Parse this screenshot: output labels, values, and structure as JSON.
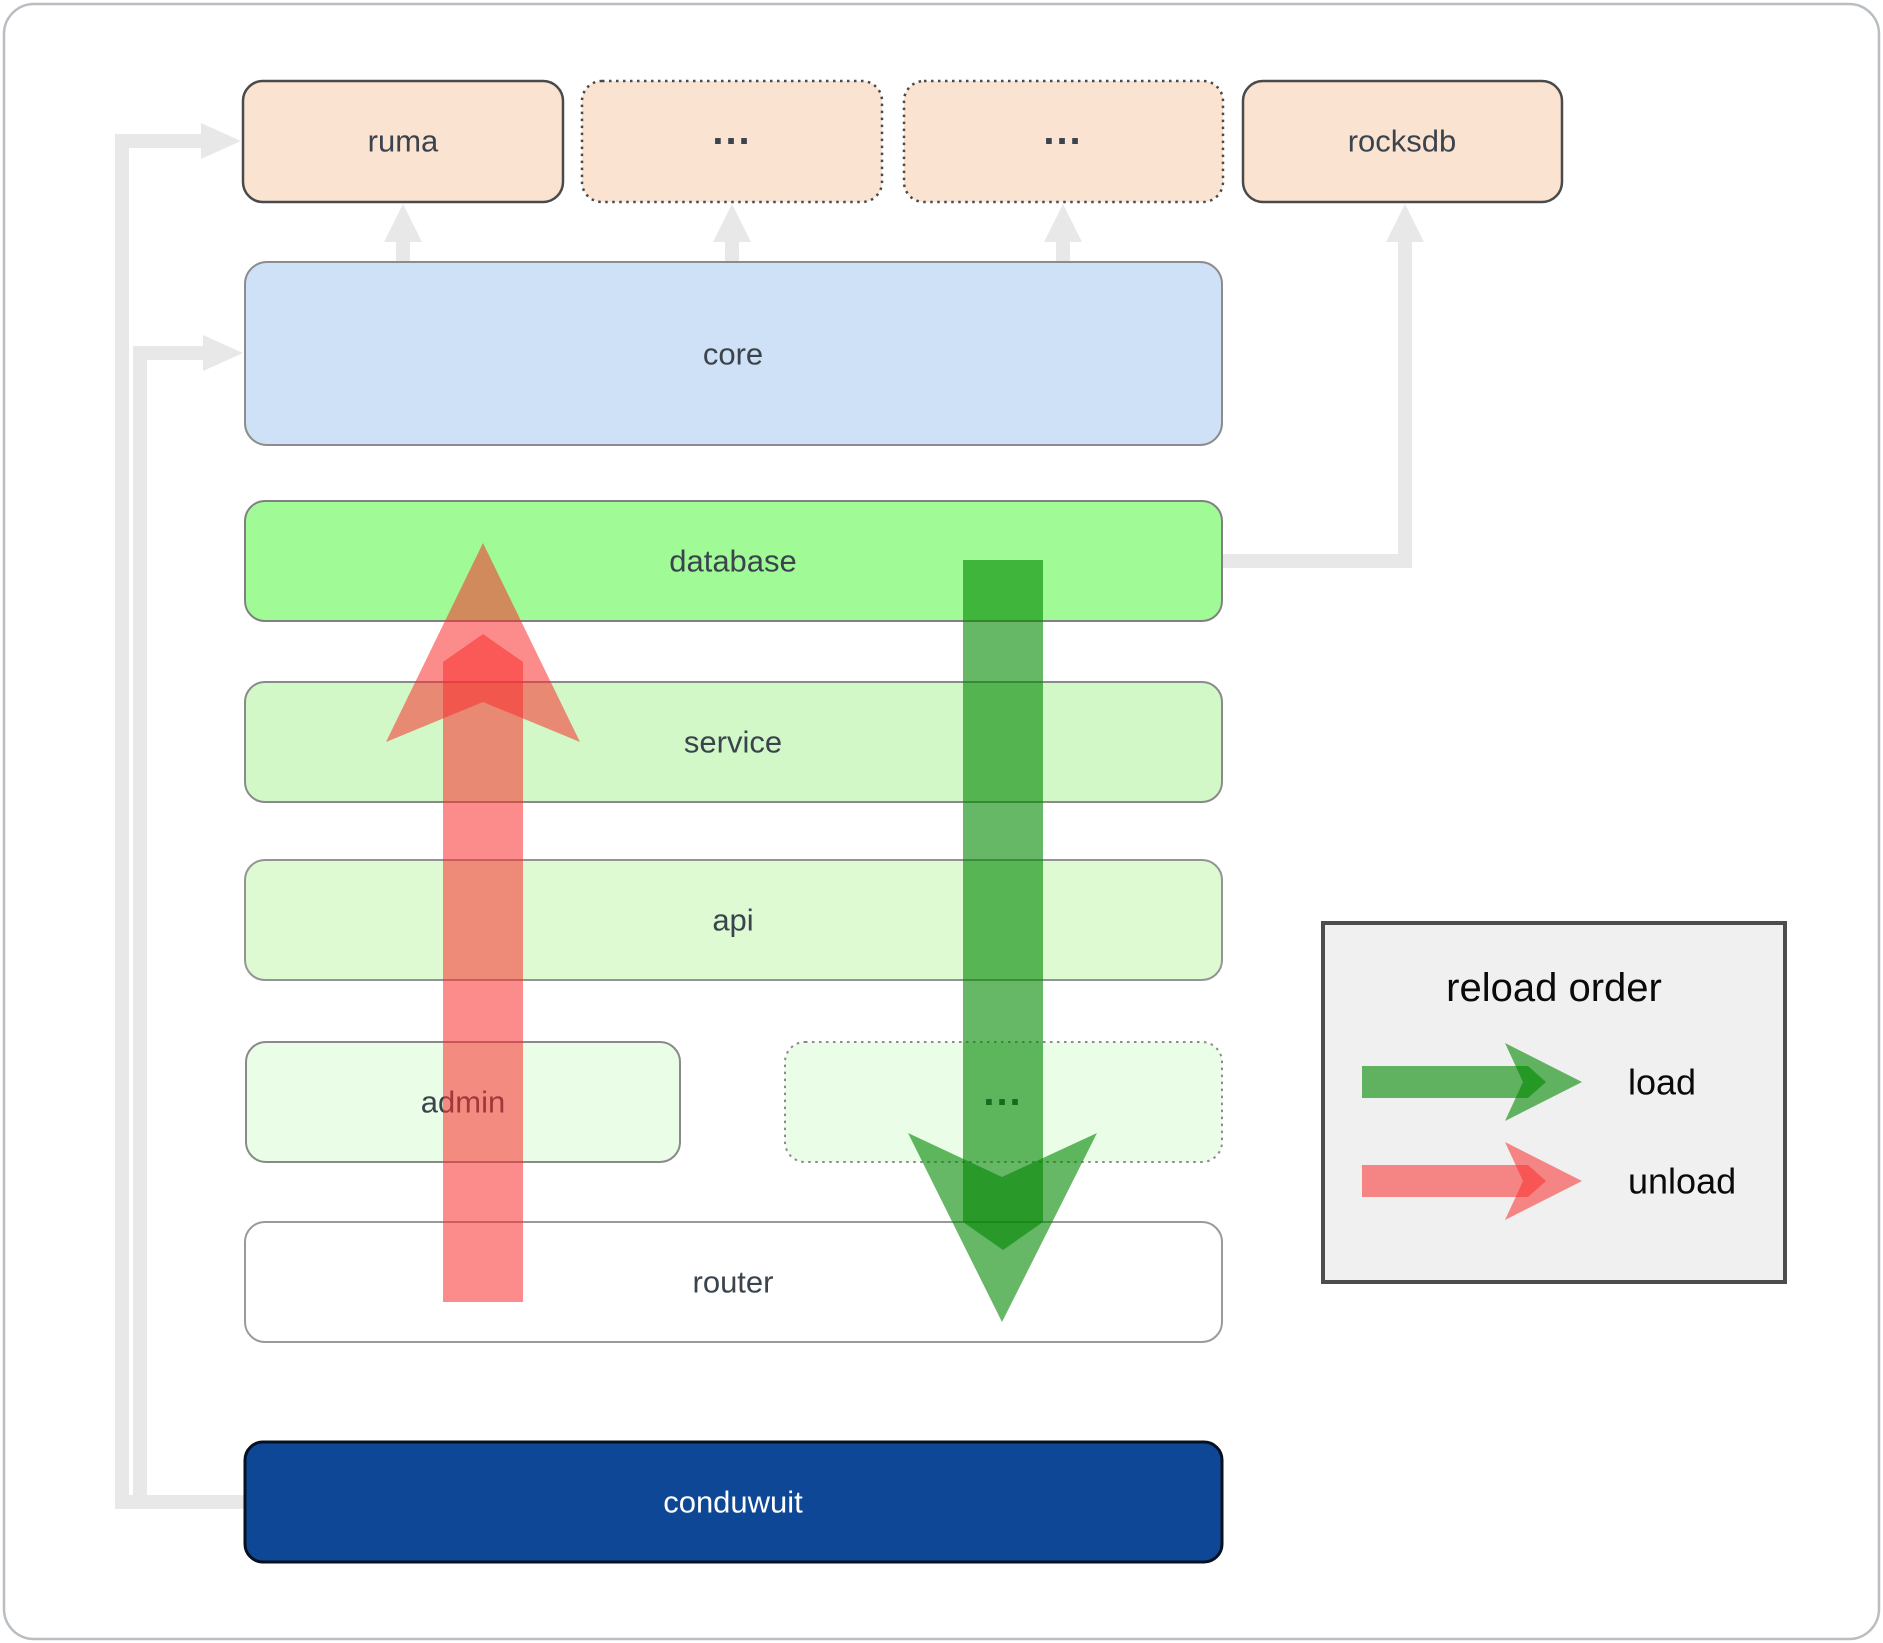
{
  "nodes": {
    "ruma": {
      "label": "ruma"
    },
    "module_a": {
      "label": "..."
    },
    "module_b": {
      "label": "..."
    },
    "rocksdb": {
      "label": "rocksdb"
    },
    "core": {
      "label": "core"
    },
    "database": {
      "label": "database"
    },
    "service": {
      "label": "service"
    },
    "api": {
      "label": "api"
    },
    "admin": {
      "label": "admin"
    },
    "admin_more": {
      "label": "..."
    },
    "router": {
      "label": "router"
    },
    "conduwuit": {
      "label": "conduwuit"
    }
  },
  "edges": [
    {
      "from": "conduwuit",
      "to": "ruma",
      "style": "gray-elbow"
    },
    {
      "from": "conduwuit",
      "to": "core",
      "style": "gray-elbow"
    },
    {
      "from": "core",
      "to": "ruma",
      "style": "gray-up"
    },
    {
      "from": "core",
      "to": "module_a",
      "style": "gray-up"
    },
    {
      "from": "core",
      "to": "module_b",
      "style": "gray-up"
    },
    {
      "from": "database",
      "to": "rocksdb",
      "style": "gray-elbow-up"
    },
    {
      "from": "router",
      "to": "database",
      "style": "unload-up"
    },
    {
      "from": "database",
      "to": "router",
      "style": "load-down"
    }
  ],
  "legend": {
    "title": "reload order",
    "items": [
      {
        "label": "load",
        "color": "#008700"
      },
      {
        "label": "unload",
        "color": "#fa2d2d"
      }
    ]
  },
  "colors": {
    "module_peach": "#fbe3d2",
    "core_blue": "#cee1f6",
    "database_green": "#a0fa96",
    "service_green": "#d2f8c8",
    "api_green": "#ddfad2",
    "admin_green": "#eafde6",
    "router_white": "#ffffff",
    "conduwuit_navy": "#0d4796",
    "legend_bg": "#f0f0f0",
    "connector_gray": "#e8e8e8",
    "load_green": "#008700",
    "unload_red": "#fa2d2d"
  }
}
